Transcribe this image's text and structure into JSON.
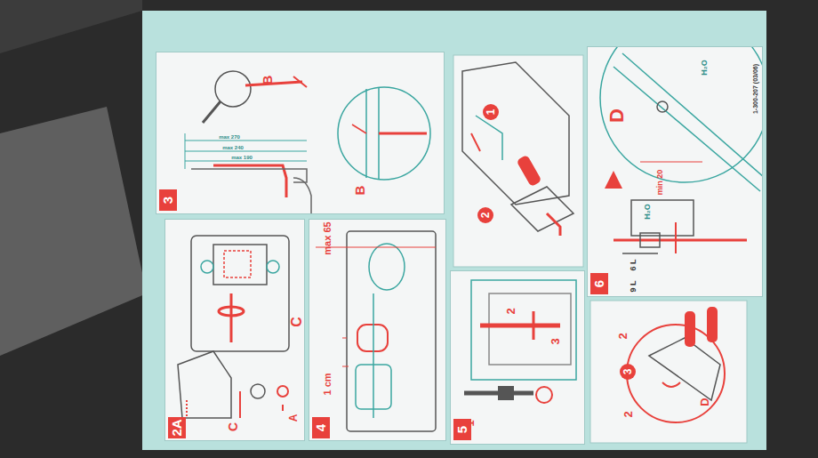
{
  "diagram": {
    "nodes": [
      {
        "text": [
          "3"
        ]
      },
      {
        "text": [
          "2A"
        ]
      },
      {
        "text": [
          "4"
        ]
      },
      {
        "text": [
          "5"
        ]
      },
      {
        "text": [
          "6"
        ]
      }
    ],
    "labels": [
      "B",
      "B",
      "max 270",
      "max 240",
      "max 190",
      "C",
      "C",
      "A",
      "max 65",
      "1 cm",
      "1",
      "2",
      "2",
      "3",
      "1",
      "2",
      "3",
      "2",
      "D",
      "D",
      "H₂O",
      "min 20",
      "H₂O",
      "6 L",
      "9 L",
      "1-300-207 (03/06)"
    ]
  }
}
